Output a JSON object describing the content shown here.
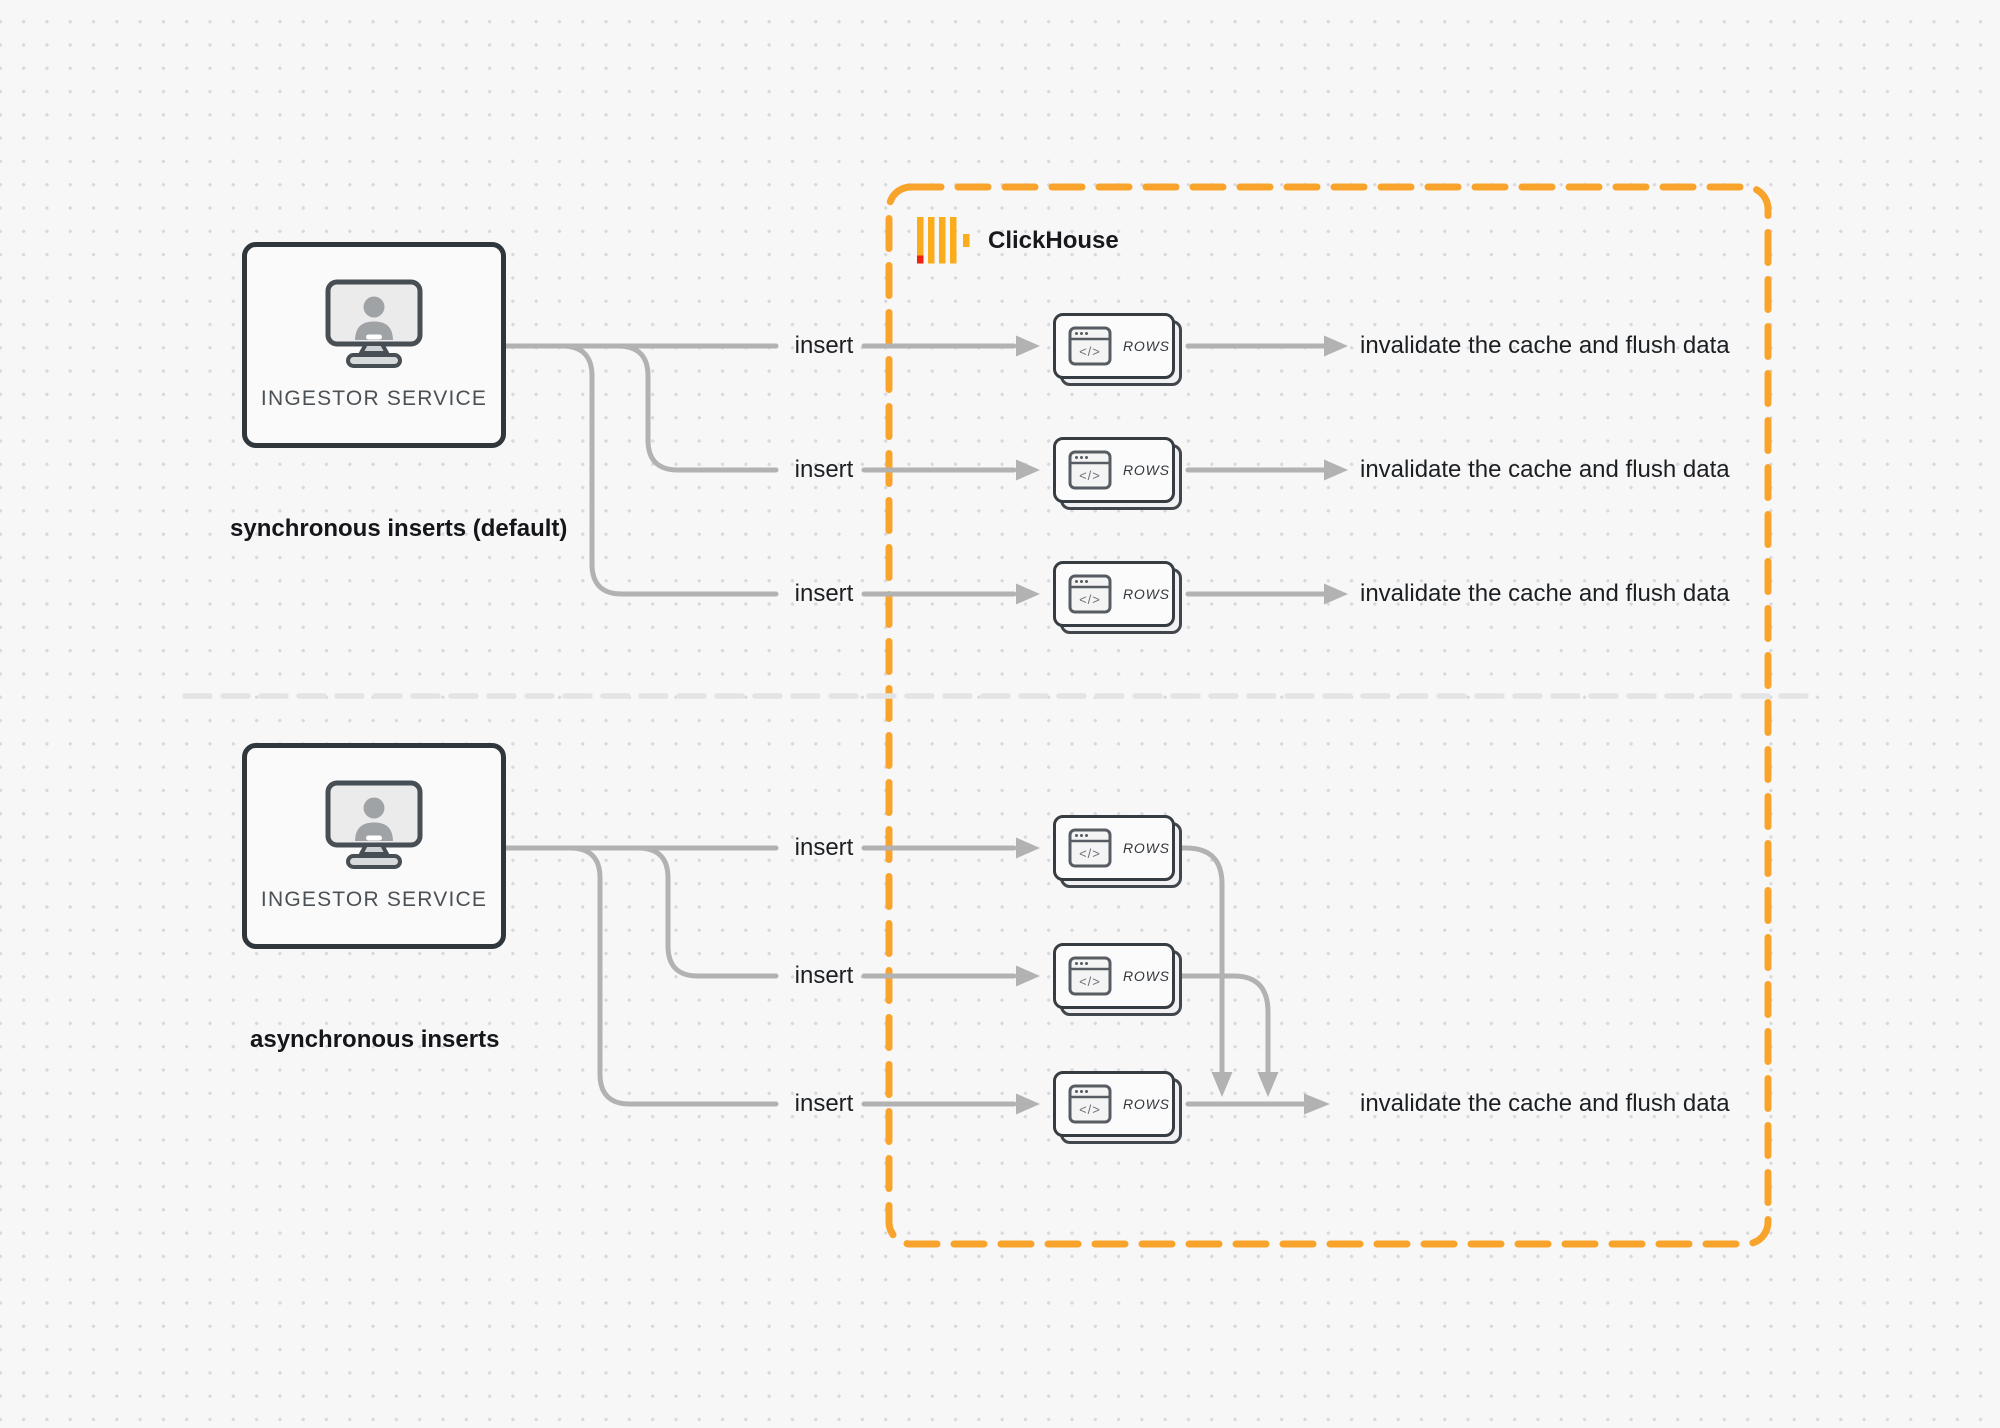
{
  "clickhouse": {
    "name": "ClickHouse"
  },
  "sync": {
    "caption": "synchronous inserts (default)",
    "service": {
      "label": "INGESTOR SERVICE"
    },
    "rows": [
      {
        "insert": "insert",
        "node": "ROWS",
        "result": "invalidate the cache and flush data"
      },
      {
        "insert": "insert",
        "node": "ROWS",
        "result": "invalidate the cache and flush data"
      },
      {
        "insert": "insert",
        "node": "ROWS",
        "result": "invalidate the cache and flush data"
      }
    ]
  },
  "async": {
    "caption": "asynchronous inserts",
    "service": {
      "label": "INGESTOR SERVICE"
    },
    "rows": [
      {
        "insert": "insert",
        "node": "ROWS"
      },
      {
        "insert": "insert",
        "node": "ROWS"
      },
      {
        "insert": "insert",
        "node": "ROWS"
      }
    ],
    "result": "invalidate the cache and flush data"
  },
  "icons": {
    "code_glyph": "</>"
  },
  "colors": {
    "accent": "#F8A42C",
    "line": "#b2b2b2",
    "divider": "#e4e4e6",
    "logo_yellow": "#FBAC1C",
    "logo_red": "#F0200F"
  }
}
